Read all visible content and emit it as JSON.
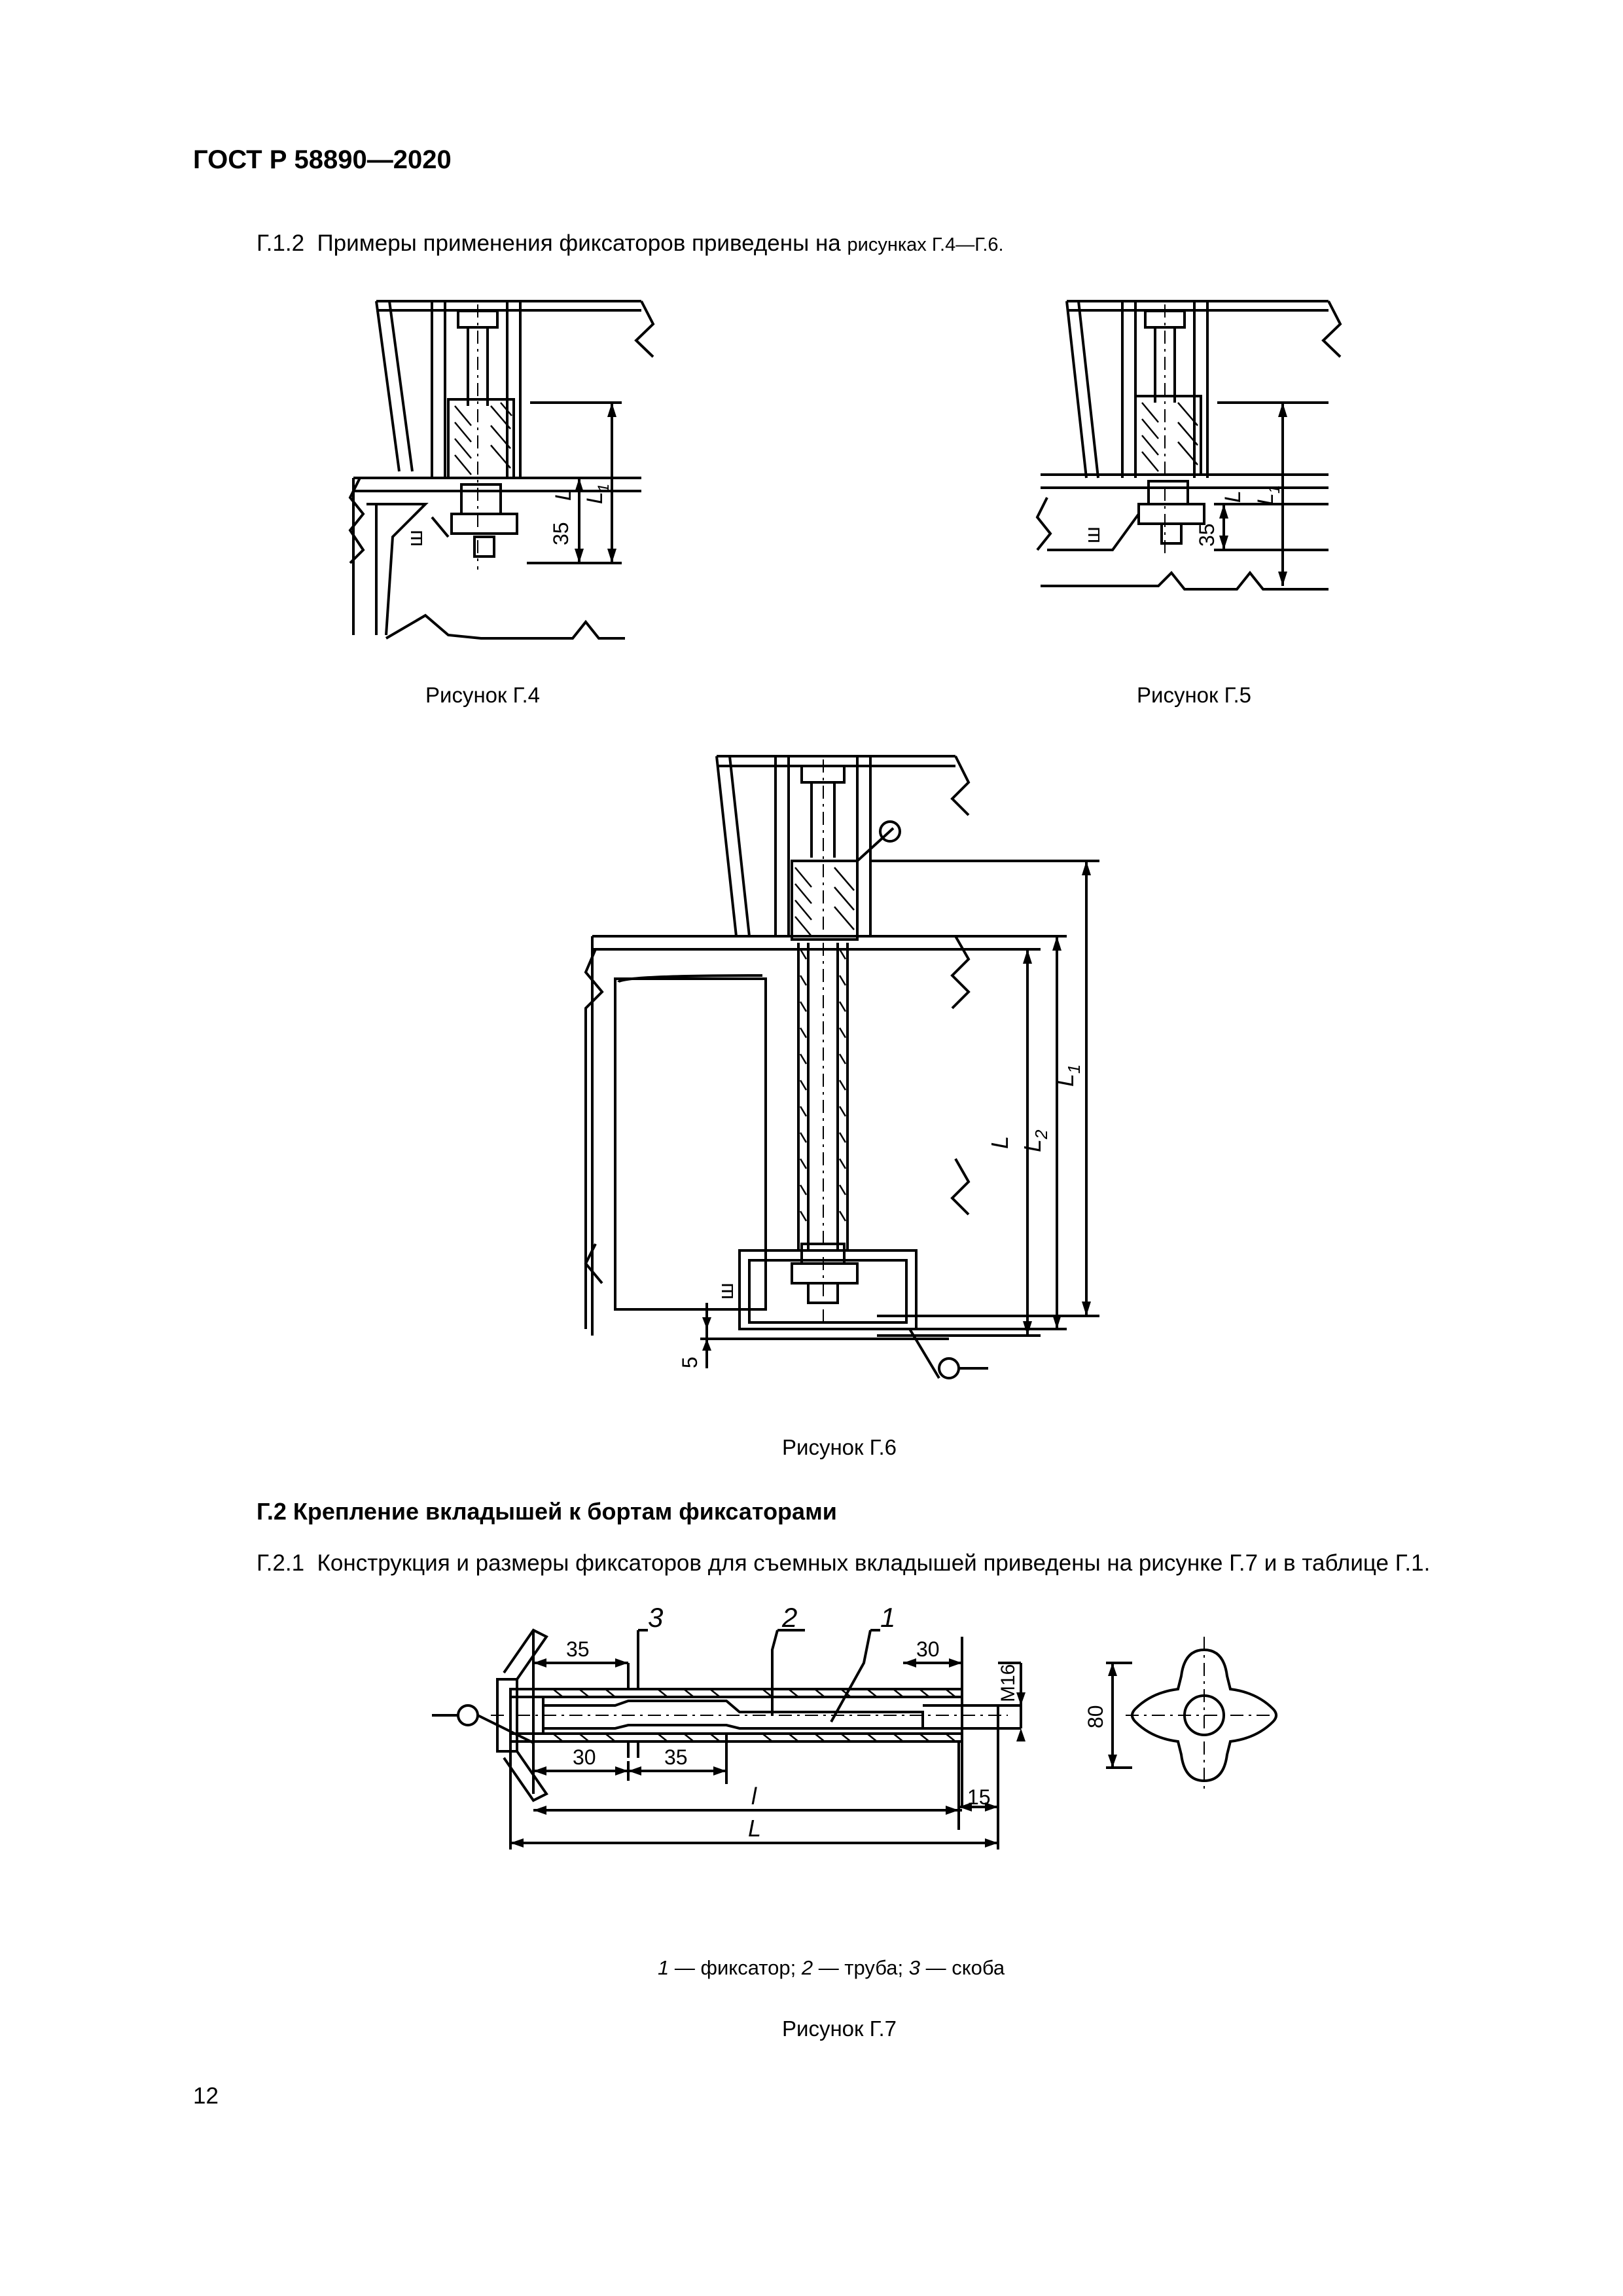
{
  "header": {
    "doc_title": "ГОСТ Р 58890—2020"
  },
  "section_g1_2": {
    "num": "Г.1.2",
    "text": "Примеры применения фиксаторов приведены на",
    "small": "рисунках Г.4—Г.6."
  },
  "figures": {
    "g4": {
      "caption": "Рисунок Г.4",
      "labels": {
        "L": "L",
        "L1": "L",
        "L1_sub": "1",
        "dim35": "35",
        "weld": "ш"
      }
    },
    "g5": {
      "caption": "Рисунок Г.5",
      "labels": {
        "L": "L",
        "L1": "L",
        "L1_sub": "1",
        "dim35": "35",
        "weld": "ш"
      }
    },
    "g6": {
      "caption": "Рисунок Г.6",
      "labels": {
        "L": "L",
        "L1": "L",
        "L1_sub": "1",
        "L2": "L",
        "L2_sub": "2",
        "dim5": "5",
        "weld": "ш"
      }
    },
    "g7": {
      "caption": "Рисунок Г.7",
      "labels": {
        "d35a": "35",
        "d30a": "30",
        "d30b": "30",
        "d35b": "35",
        "d15": "15",
        "l": "l",
        "L": "L",
        "M16": "M16",
        "d80": "80",
        "p1": "1",
        "p2": "2",
        "p3": "3"
      },
      "legend": {
        "n1": "1",
        "t1": " — фиксатор; ",
        "n2": "2",
        "t2": " — труба; ",
        "n3": "3",
        "t3": " — скоба"
      }
    }
  },
  "section_g2": {
    "title": "Г.2  Крепление вкладышей к бортам фиксаторами"
  },
  "section_g2_1": {
    "num": "Г.2.1",
    "text": "Конструкция и размеры фиксаторов для съемных вкладышей приведены на рисунке Г.7 и в таблице Г.1."
  },
  "footer": {
    "page_number": "12"
  }
}
